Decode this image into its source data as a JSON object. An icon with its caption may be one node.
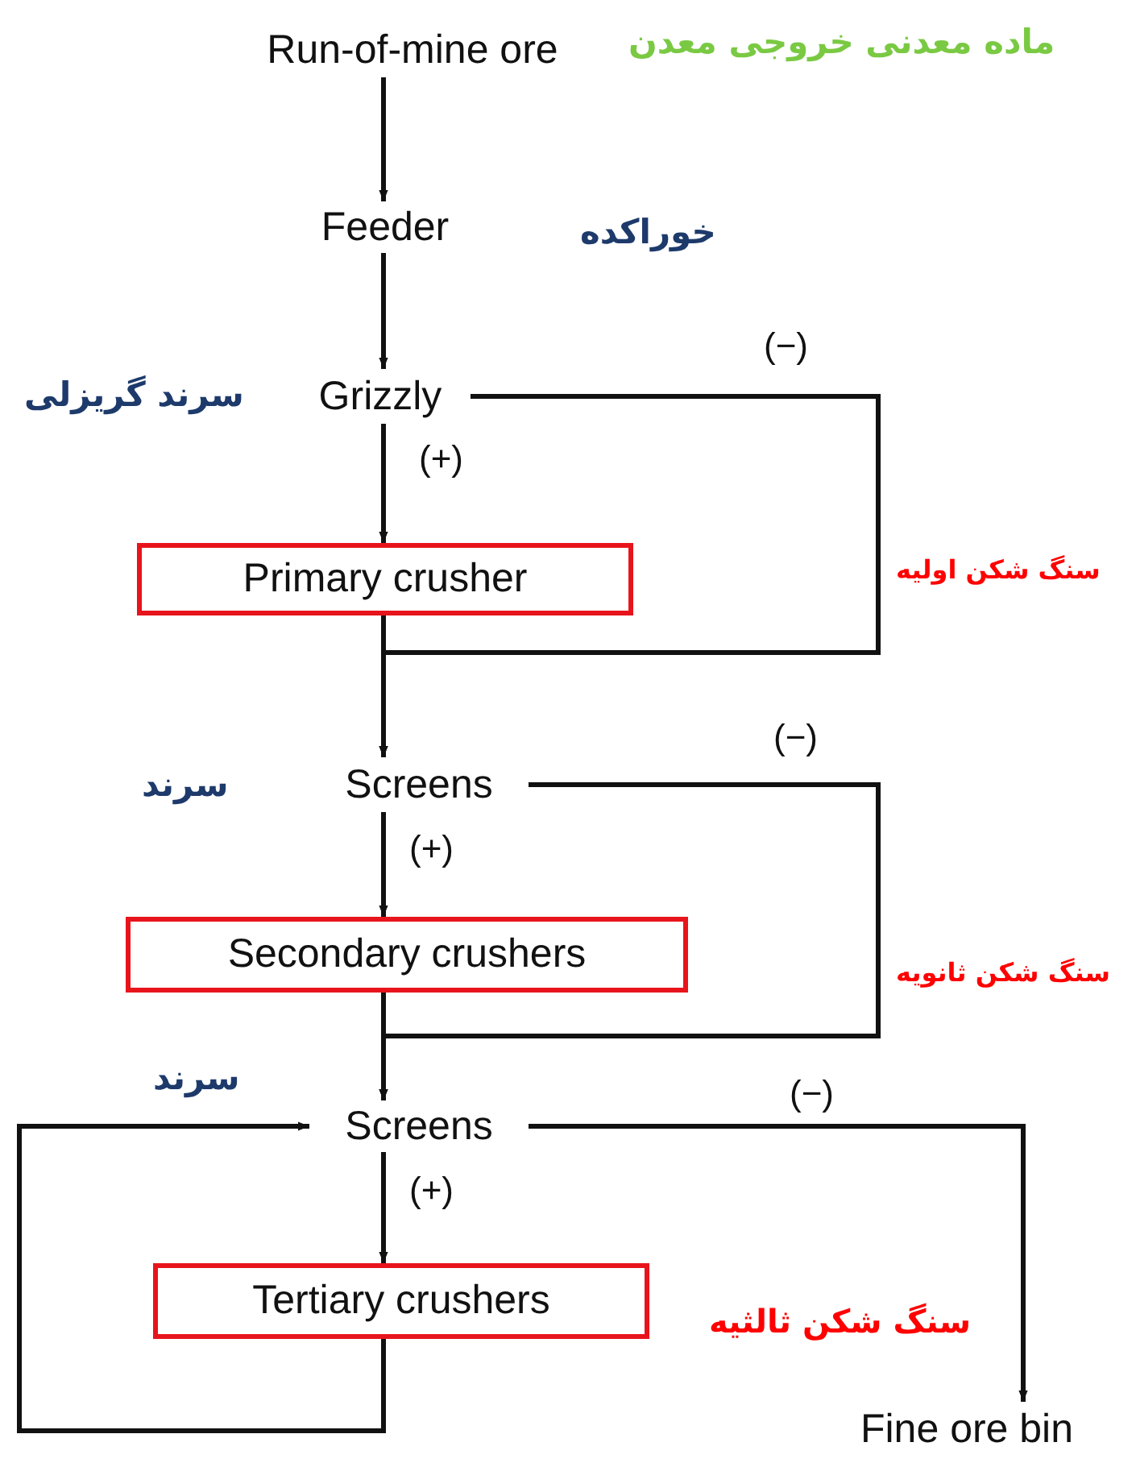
{
  "diagram": {
    "nodes": [
      {
        "text": [
          "Run-of-mine ore"
        ],
        "beside": [
          "ماده معدنی خروجی معدن"
        ]
      },
      {
        "text": [
          "Feeder"
        ],
        "beside": [
          "خوراکده"
        ]
      },
      {
        "text": [
          "Grizzly"
        ],
        "beside": [
          "سرند گریزلی"
        ]
      },
      {
        "text": [
          "Primary crusher"
        ]
      },
      {
        "text": [
          "Screens"
        ],
        "beside": [
          "سرند"
        ]
      },
      {
        "text": [
          "Secondary crushers"
        ]
      },
      {
        "text": [
          "Screens"
        ],
        "beside": [
          "سرند"
        ]
      },
      {
        "text": [
          "Tertiary crushers"
        ]
      },
      {
        "text": [
          "Fine ore bin"
        ]
      }
    ],
    "edges": [
      {
        "from": 0,
        "to": 1,
        "arrow": "to"
      },
      {
        "from": 1,
        "to": 2,
        "arrow": "to"
      },
      {
        "from": 2,
        "to": 3,
        "arrow": "to",
        "label": "(+)"
      },
      {
        "from": 2,
        "to": 4,
        "arrow": "to",
        "label": "(−)"
      },
      {
        "from": 3,
        "to": 4,
        "arrow": "to"
      },
      {
        "from": 4,
        "to": 5,
        "arrow": "to",
        "label": "(+)"
      },
      {
        "from": 4,
        "to": 6,
        "arrow": "to",
        "label": "(−)"
      },
      {
        "from": 5,
        "to": 6,
        "arrow": "to"
      },
      {
        "from": 6,
        "to": 7,
        "arrow": "to",
        "label": "(+)"
      },
      {
        "from": 6,
        "to": 8,
        "arrow": "to",
        "label": "(−)"
      },
      {
        "from": 7,
        "to": 6,
        "arrow": "to"
      }
    ],
    "labels": [
      "سنگ شکن اولیه",
      "سنگ شکن ثانویه",
      "سنگ شکن ثالثیه"
    ]
  }
}
